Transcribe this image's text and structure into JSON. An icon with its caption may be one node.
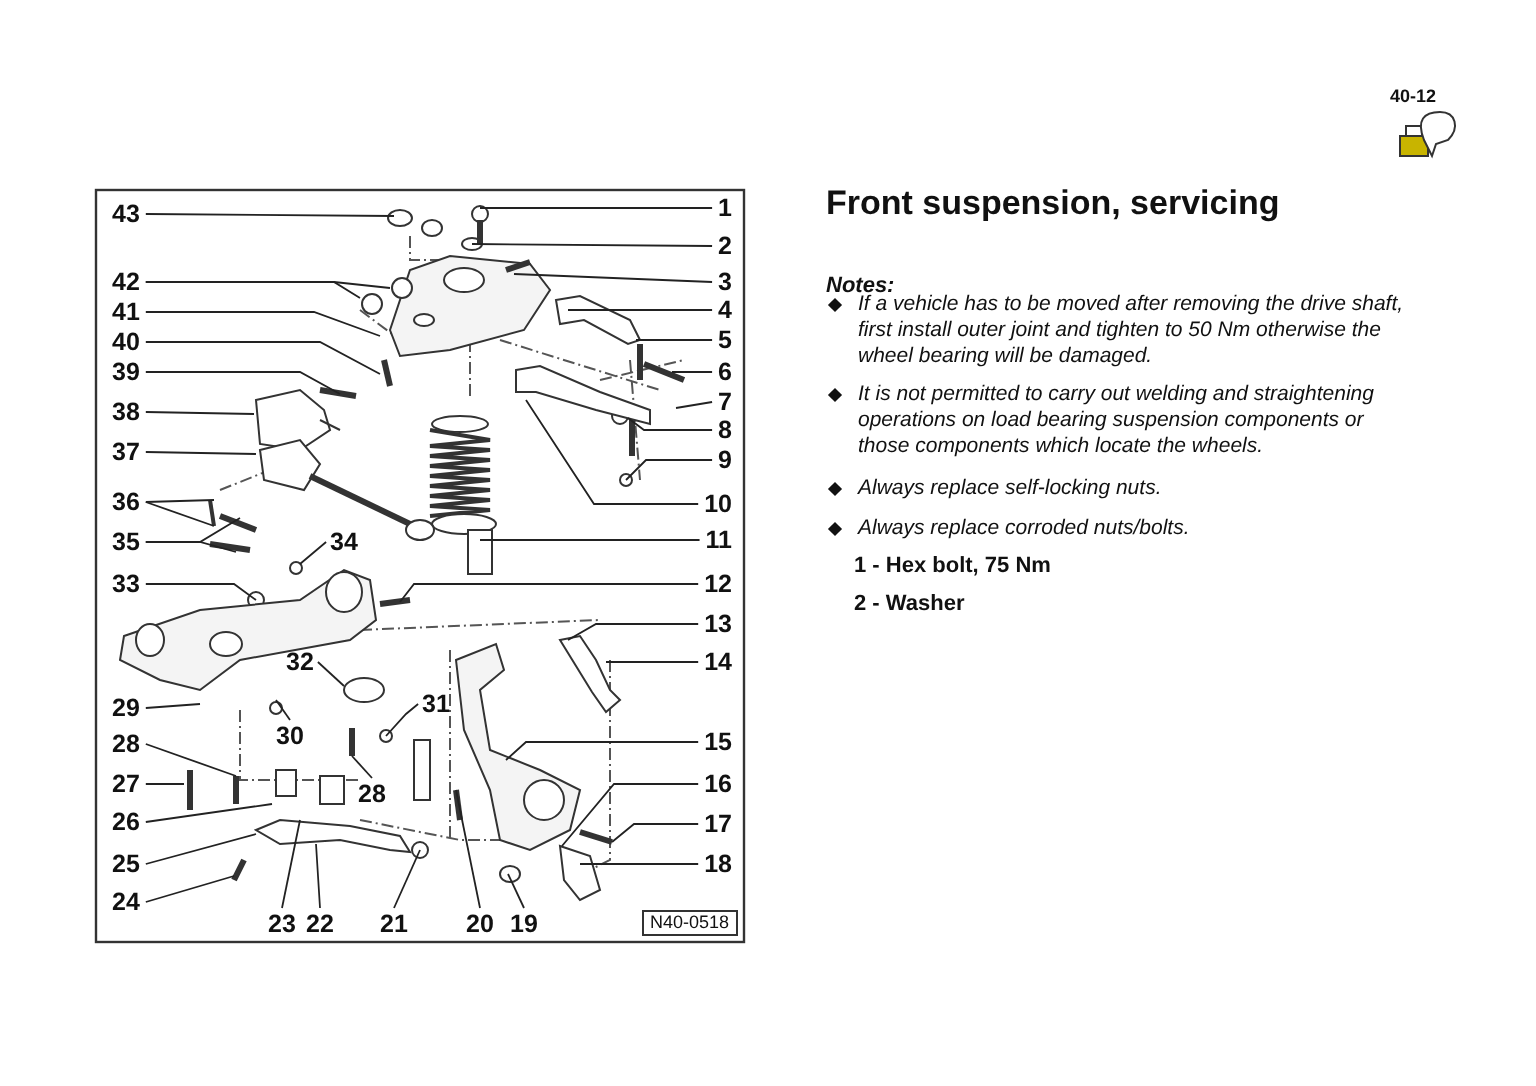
{
  "diagram": {
    "title": "Front suspension, servicing",
    "nodes": [
      {
        "text": [
          "1"
        ]
      },
      {
        "text": [
          "2"
        ]
      },
      {
        "text": [
          "3"
        ]
      },
      {
        "text": [
          "4"
        ]
      },
      {
        "text": [
          "5"
        ]
      },
      {
        "text": [
          "6"
        ]
      },
      {
        "text": [
          "7"
        ]
      },
      {
        "text": [
          "8"
        ]
      },
      {
        "text": [
          "9"
        ]
      },
      {
        "text": [
          "10"
        ]
      },
      {
        "text": [
          "11"
        ]
      },
      {
        "text": [
          "12"
        ]
      },
      {
        "text": [
          "13"
        ]
      },
      {
        "text": [
          "14"
        ]
      },
      {
        "text": [
          "15"
        ]
      },
      {
        "text": [
          "16"
        ]
      },
      {
        "text": [
          "17"
        ]
      },
      {
        "text": [
          "18"
        ]
      },
      {
        "text": [
          "19"
        ]
      },
      {
        "text": [
          "20"
        ]
      },
      {
        "text": [
          "21"
        ]
      },
      {
        "text": [
          "22"
        ]
      },
      {
        "text": [
          "23"
        ]
      },
      {
        "text": [
          "24"
        ]
      },
      {
        "text": [
          "25"
        ]
      },
      {
        "text": [
          "26"
        ]
      },
      {
        "text": [
          "27"
        ]
      },
      {
        "text": [
          "28"
        ]
      },
      {
        "text": [
          "28"
        ]
      },
      {
        "text": [
          "29"
        ]
      },
      {
        "text": [
          "30"
        ]
      },
      {
        "text": [
          "31"
        ]
      },
      {
        "text": [
          "32"
        ]
      },
      {
        "text": [
          "33"
        ]
      },
      {
        "text": [
          "34"
        ]
      },
      {
        "text": [
          "35"
        ]
      },
      {
        "text": [
          "36"
        ]
      },
      {
        "text": [
          "37"
        ]
      },
      {
        "text": [
          "38"
        ]
      },
      {
        "text": [
          "39"
        ]
      },
      {
        "text": [
          "40"
        ]
      },
      {
        "text": [
          "41"
        ]
      },
      {
        "text": [
          "42"
        ]
      },
      {
        "text": [
          "43"
        ]
      }
    ],
    "edges": [
      {
        "from": 0,
        "to": null,
        "arrow": "none"
      },
      {
        "from": 1,
        "to": null,
        "arrow": "none"
      },
      {
        "from": 2,
        "to": null,
        "arrow": "none"
      },
      {
        "from": 3,
        "to": null,
        "arrow": "none"
      },
      {
        "from": 4,
        "to": null,
        "arrow": "none"
      },
      {
        "from": 5,
        "to": null,
        "arrow": "none"
      },
      {
        "from": 6,
        "to": null,
        "arrow": "none"
      },
      {
        "from": 7,
        "to": null,
        "arrow": "none"
      },
      {
        "from": 8,
        "to": null,
        "arrow": "none"
      },
      {
        "from": 9,
        "to": null,
        "arrow": "none"
      },
      {
        "from": 10,
        "to": null,
        "arrow": "none"
      },
      {
        "from": 11,
        "to": null,
        "arrow": "none"
      },
      {
        "from": 12,
        "to": null,
        "arrow": "none"
      },
      {
        "from": 13,
        "to": null,
        "arrow": "none"
      },
      {
        "from": 14,
        "to": null,
        "arrow": "none"
      },
      {
        "from": 15,
        "to": null,
        "arrow": "none"
      },
      {
        "from": 16,
        "to": null,
        "arrow": "none"
      },
      {
        "from": 17,
        "to": null,
        "arrow": "none"
      },
      {
        "from": 18,
        "to": null,
        "arrow": "none"
      },
      {
        "from": 19,
        "to": null,
        "arrow": "none"
      },
      {
        "from": 20,
        "to": null,
        "arrow": "none"
      },
      {
        "from": 21,
        "to": null,
        "arrow": "none"
      },
      {
        "from": 22,
        "to": null,
        "arrow": "none"
      },
      {
        "from": 23,
        "to": null,
        "arrow": "none"
      },
      {
        "from": 24,
        "to": null,
        "arrow": "none"
      },
      {
        "from": 25,
        "to": null,
        "arrow": "none"
      },
      {
        "from": 26,
        "to": null,
        "arrow": "none"
      },
      {
        "from": 27,
        "to": null,
        "arrow": "none"
      },
      {
        "from": 28,
        "to": null,
        "arrow": "none"
      },
      {
        "from": 29,
        "to": null,
        "arrow": "none"
      },
      {
        "from": 30,
        "to": null,
        "arrow": "none"
      },
      {
        "from": 31,
        "to": null,
        "arrow": "none"
      },
      {
        "from": 32,
        "to": null,
        "arrow": "none"
      },
      {
        "from": 33,
        "to": null,
        "arrow": "none"
      },
      {
        "from": 34,
        "to": null,
        "arrow": "none"
      },
      {
        "from": 35,
        "to": null,
        "arrow": "none"
      },
      {
        "from": 35,
        "to": null,
        "arrow": "none"
      },
      {
        "from": 36,
        "to": null,
        "arrow": "none"
      },
      {
        "from": 36,
        "to": null,
        "arrow": "none"
      },
      {
        "from": 37,
        "to": null,
        "arrow": "none"
      },
      {
        "from": 38,
        "to": null,
        "arrow": "none"
      },
      {
        "from": 39,
        "to": null,
        "arrow": "none"
      },
      {
        "from": 40,
        "to": null,
        "arrow": "none"
      },
      {
        "from": 41,
        "to": null,
        "arrow": "none"
      },
      {
        "from": 42,
        "to": null,
        "arrow": "none"
      },
      {
        "from": 42,
        "to": null,
        "arrow": "none"
      },
      {
        "from": 43,
        "to": null,
        "arrow": "none"
      }
    ],
    "labels": [
      "40-12",
      "N40-0518",
      "Notes:",
      "If a vehicle has to be moved after removing the drive shaft, first install outer joint and tighten to 50 Nm otherwise the wheel bearing will be damaged.",
      "It is not permitted to carry out welding and straightening operations on load bearing suspension components or those components which locate the wheels.",
      "Always replace self-locking nuts.",
      "Always replace corroded nuts/bolts.",
      "1 - Hex bolt, 75 Nm",
      "2 - Washer"
    ]
  }
}
